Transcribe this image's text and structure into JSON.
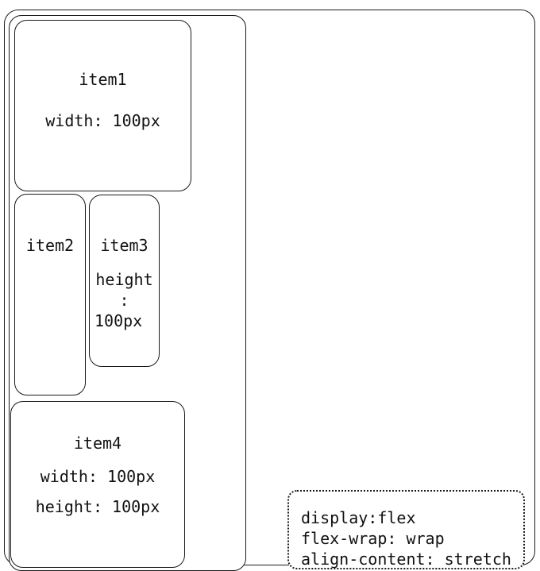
{
  "items": [
    {
      "name": "item1",
      "lines": [
        "width: 100px"
      ]
    },
    {
      "name": "item2",
      "lines": []
    },
    {
      "name": "item3",
      "lines": [
        "height",
        ":",
        "100px"
      ]
    },
    {
      "name": "item4",
      "lines": [
        "width: 100px",
        "height: 100px"
      ]
    }
  ],
  "note": {
    "lines": [
      "display:flex",
      "flex-wrap: wrap",
      "align-content: stretch"
    ]
  }
}
